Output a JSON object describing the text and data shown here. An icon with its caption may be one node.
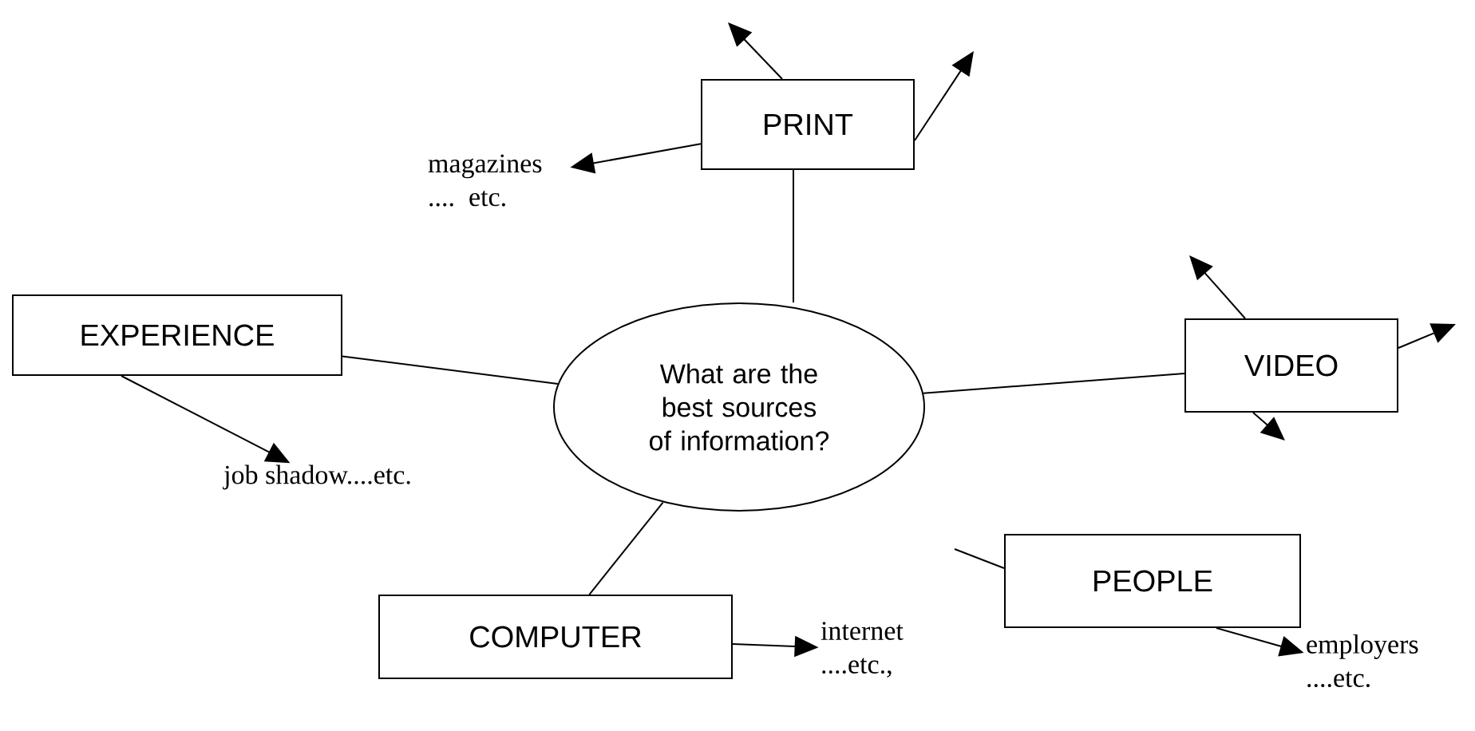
{
  "diagram": {
    "nodes": [
      {
        "text": [
          "What are the best sources of information?"
        ]
      },
      {
        "text": [
          "PRINT"
        ]
      },
      {
        "text": [
          "magazines .... etc."
        ]
      },
      {
        "text": [
          "EXPERIENCE"
        ]
      },
      {
        "text": [
          "job shadow....etc."
        ]
      },
      {
        "text": [
          "VIDEO"
        ]
      },
      {
        "text": [
          "COMPUTER"
        ]
      },
      {
        "text": [
          "internet ....etc.,"
        ]
      },
      {
        "text": [
          "PEOPLE"
        ]
      },
      {
        "text": [
          "employers ....etc."
        ]
      }
    ],
    "edges": [
      {
        "from": 0,
        "to": 1,
        "arrow": "none"
      },
      {
        "from": 1,
        "to": 2,
        "arrow": "to"
      },
      {
        "from": 1,
        "to": null,
        "arrow": "to"
      },
      {
        "from": 1,
        "to": null,
        "arrow": "to"
      },
      {
        "from": 3,
        "to": 0,
        "arrow": "none"
      },
      {
        "from": 3,
        "to": 4,
        "arrow": "to"
      },
      {
        "from": 0,
        "to": 5,
        "arrow": "none"
      },
      {
        "from": 5,
        "to": null,
        "arrow": "to"
      },
      {
        "from": 5,
        "to": null,
        "arrow": "to"
      },
      {
        "from": 5,
        "to": null,
        "arrow": "to"
      },
      {
        "from": 0,
        "to": 6,
        "arrow": "none"
      },
      {
        "from": 6,
        "to": 7,
        "arrow": "to"
      },
      {
        "from": 8,
        "to": 9,
        "arrow": "to"
      },
      {
        "from": null,
        "to": 8,
        "arrow": "none"
      }
    ]
  }
}
